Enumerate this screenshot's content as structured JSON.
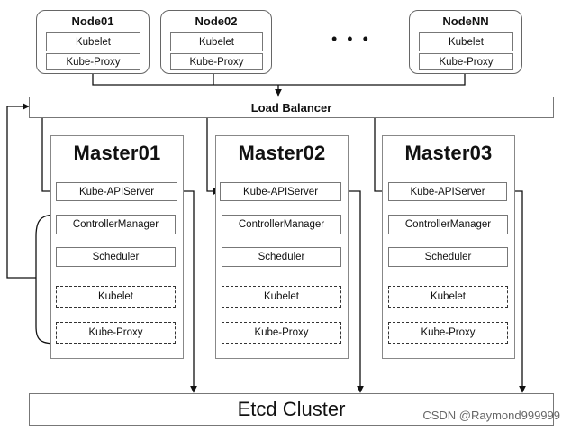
{
  "nodes": [
    {
      "title": "Node01",
      "components": [
        "Kubelet",
        "Kube-Proxy"
      ]
    },
    {
      "title": "Node02",
      "components": [
        "Kubelet",
        "Kube-Proxy"
      ]
    },
    {
      "title": "NodeNN",
      "components": [
        "Kubelet",
        "Kube-Proxy"
      ]
    }
  ],
  "ellipsis": "• • •",
  "load_balancer": "Load Balancer",
  "masters": [
    {
      "title": "Master01",
      "components": [
        "Kube-APIServer",
        "ControllerManager",
        "Scheduler",
        "Kubelet",
        "Kube-Proxy"
      ]
    },
    {
      "title": "Master02",
      "components": [
        "Kube-APIServer",
        "ControllerManager",
        "Scheduler",
        "Kubelet",
        "Kube-Proxy"
      ]
    },
    {
      "title": "Master03",
      "components": [
        "Kube-APIServer",
        "ControllerManager",
        "Scheduler",
        "Kubelet",
        "Kube-Proxy"
      ]
    }
  ],
  "etcd": "Etcd Cluster",
  "watermark": "CSDN @Raymond999999"
}
